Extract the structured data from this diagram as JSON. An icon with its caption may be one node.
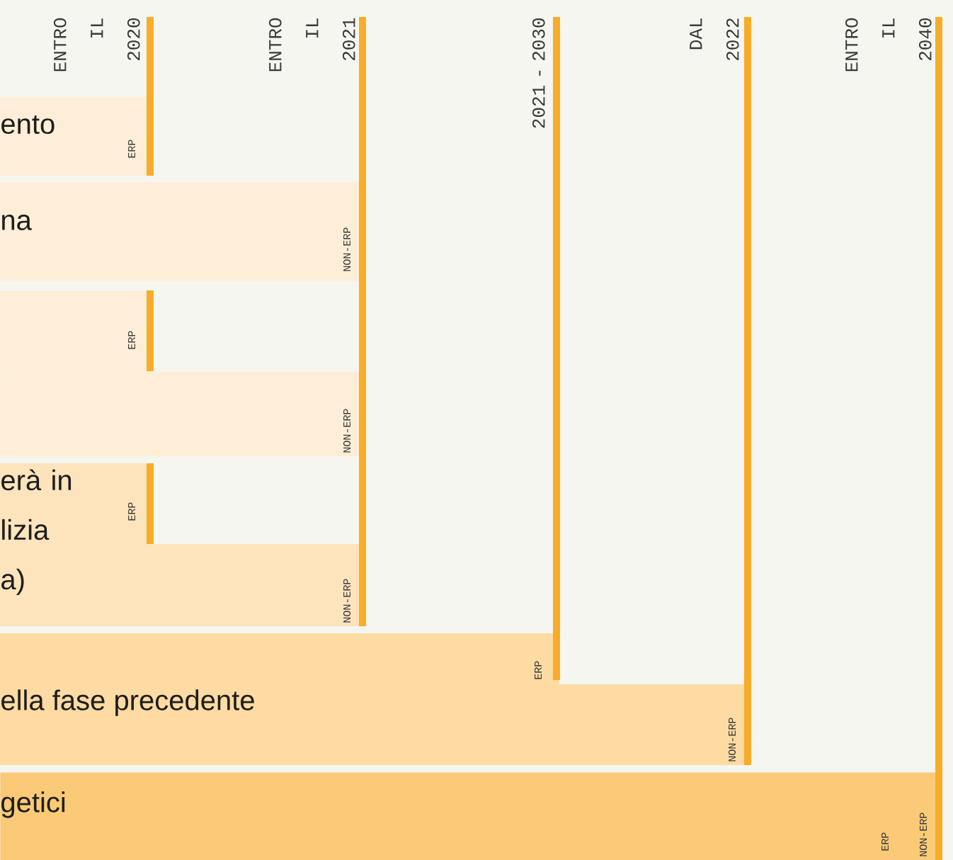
{
  "diagram": {
    "nodes": [
      {
        "text": [
          "ento",
          "ERP"
        ]
      },
      {
        "text": [
          "na",
          "NON-ERP"
        ]
      },
      {
        "text": [
          "ERP"
        ]
      },
      {
        "text": [
          "NON-ERP"
        ]
      },
      {
        "text": [
          "erà in lizia a)",
          "ERP",
          "NON-ERP"
        ]
      },
      {
        "text": [
          "ella fase precedente",
          "ERP",
          "NON-ERP"
        ]
      },
      {
        "text": [
          "getici",
          "ERP",
          "NON-ERP"
        ]
      },
      {
        "text": [
          "ENTRO IL 2020"
        ]
      },
      {
        "text": [
          "ENTRO IL 2021"
        ]
      },
      {
        "text": [
          "2021 - 2030"
        ]
      },
      {
        "text": [
          "DAL 2022"
        ]
      },
      {
        "text": [
          "ENTRO IL 2040"
        ]
      }
    ],
    "edges": [
      {
        "from": 7,
        "to": 0,
        "arrow": "none"
      },
      {
        "from": 8,
        "to": 4,
        "arrow": "none"
      },
      {
        "from": 9,
        "to": 5,
        "arrow": "none"
      },
      {
        "from": 10,
        "to": 5,
        "arrow": "none"
      },
      {
        "from": 11,
        "to": 6,
        "arrow": "none"
      }
    ]
  }
}
